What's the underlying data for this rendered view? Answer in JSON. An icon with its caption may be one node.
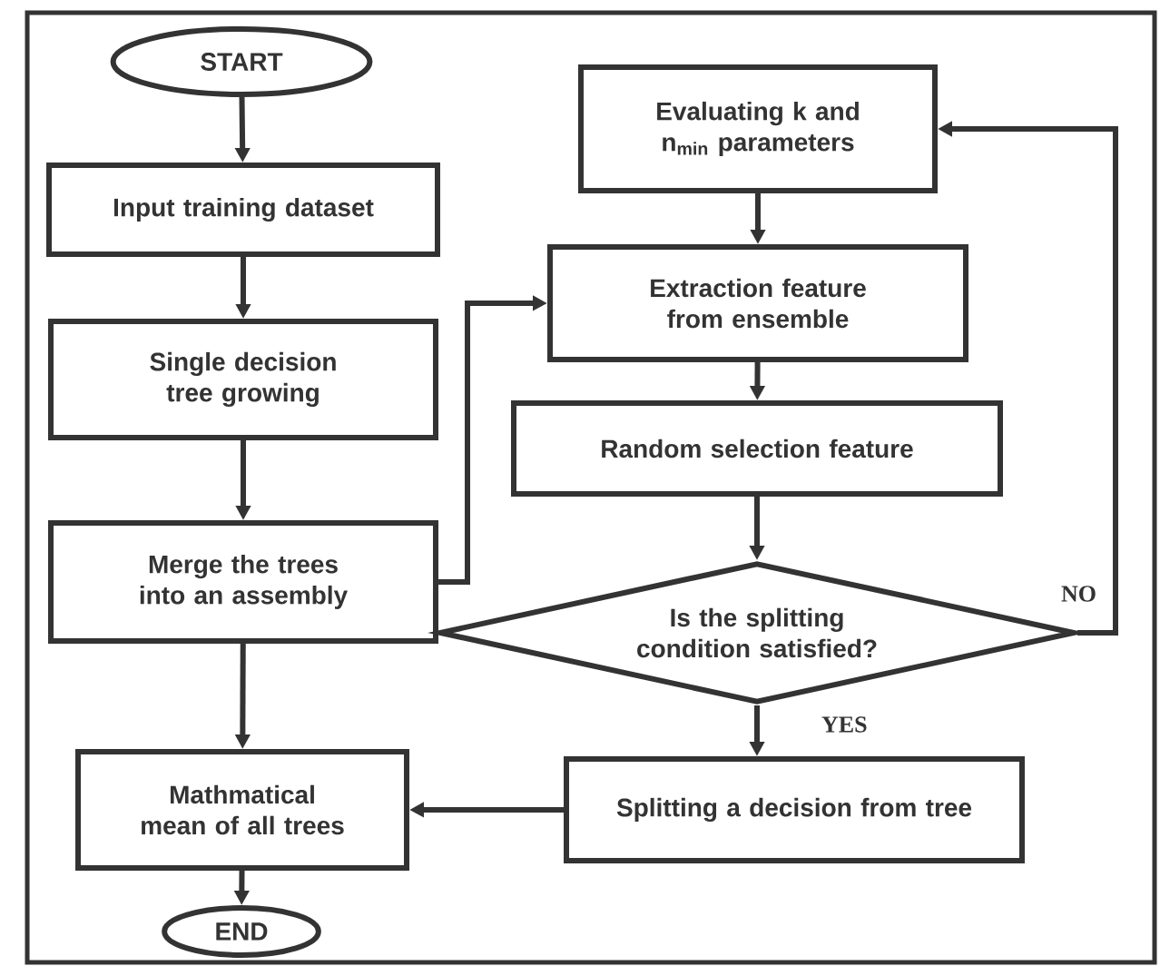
{
  "diagram": {
    "nodes": [
      {
        "text": [
          "START"
        ]
      },
      {
        "text": [
          "Input training dataset"
        ]
      },
      {
        "text": [
          "Single decision tree growing"
        ]
      },
      {
        "text": [
          "Merge the trees into an assembly"
        ]
      },
      {
        "text": [
          "Mathmatical mean of all trees"
        ]
      },
      {
        "text": [
          "END"
        ]
      },
      {
        "text": [
          "Evaluating k and n$_{min}$ parameters"
        ]
      },
      {
        "text": [
          "Extraction feature from ensemble"
        ]
      },
      {
        "text": [
          "Random selection feature"
        ]
      },
      {
        "text": [
          "Is the splitting condition satisfied?"
        ]
      },
      {
        "text": [
          "Splitting a decision from tree"
        ]
      }
    ],
    "edges": [
      {
        "from": 0,
        "to": 1,
        "arrow": "to"
      },
      {
        "from": 1,
        "to": 2,
        "arrow": "to"
      },
      {
        "from": 2,
        "to": 3,
        "arrow": "to"
      },
      {
        "from": 3,
        "to": 7,
        "arrow": "to"
      },
      {
        "from": 3,
        "to": 4,
        "arrow": "to"
      },
      {
        "from": 4,
        "to": 5,
        "arrow": "to"
      },
      {
        "from": 6,
        "to": 7,
        "arrow": "to"
      },
      {
        "from": 7,
        "to": 8,
        "arrow": "to"
      },
      {
        "from": 8,
        "to": 9,
        "arrow": "to"
      },
      {
        "from": 9,
        "to": 10,
        "arrow": "to",
        "label": "YES"
      },
      {
        "from": 9,
        "to": 6,
        "arrow": "to",
        "label": "NO"
      },
      {
        "from": 10,
        "to": 4,
        "arrow": "to"
      }
    ]
  }
}
